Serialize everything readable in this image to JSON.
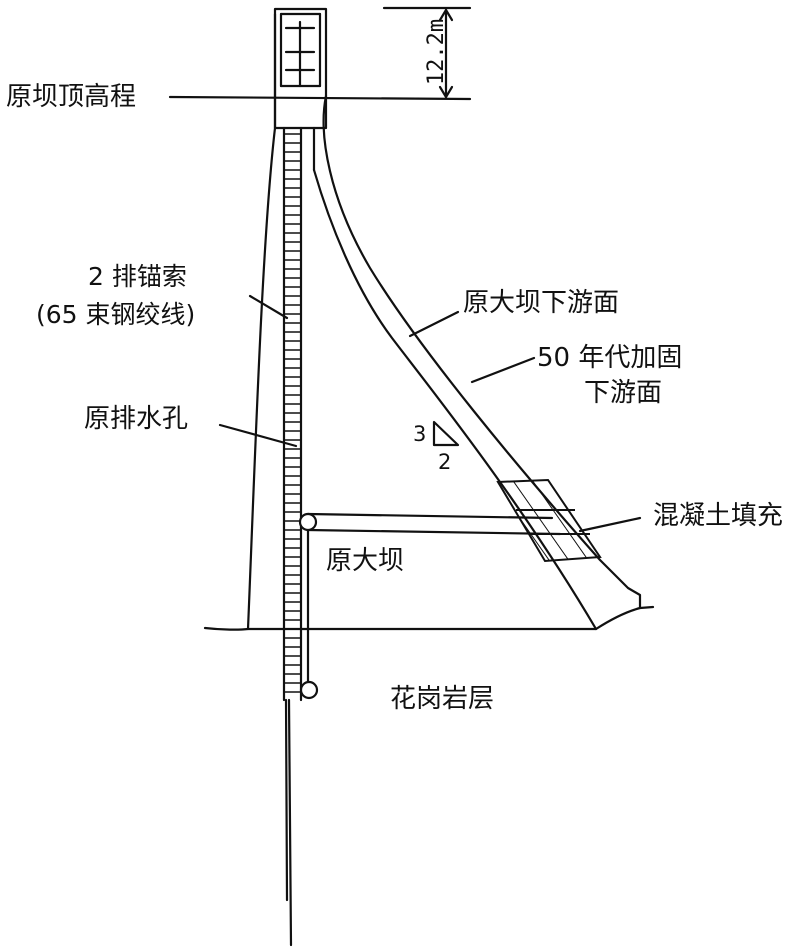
{
  "labels": {
    "crest_elevation": "原坝顶高程",
    "height_increase": "12.2m",
    "anchor_rows": "2 排锚索",
    "anchor_strands": "(65 束钢绞线)",
    "original_drain_hole": "原排水孔",
    "original_downstream_face": "原大坝下游面",
    "reinforced_face_line1": "50 年代加固",
    "reinforced_face_line2": "下游面",
    "slope_vertical": "3",
    "slope_horizontal": "2",
    "concrete_fill": "混凝土填充",
    "original_dam": "原大坝",
    "granite_layer": "花岗岩层"
  },
  "colors": {
    "line": "#111111",
    "background": "#ffffff"
  }
}
